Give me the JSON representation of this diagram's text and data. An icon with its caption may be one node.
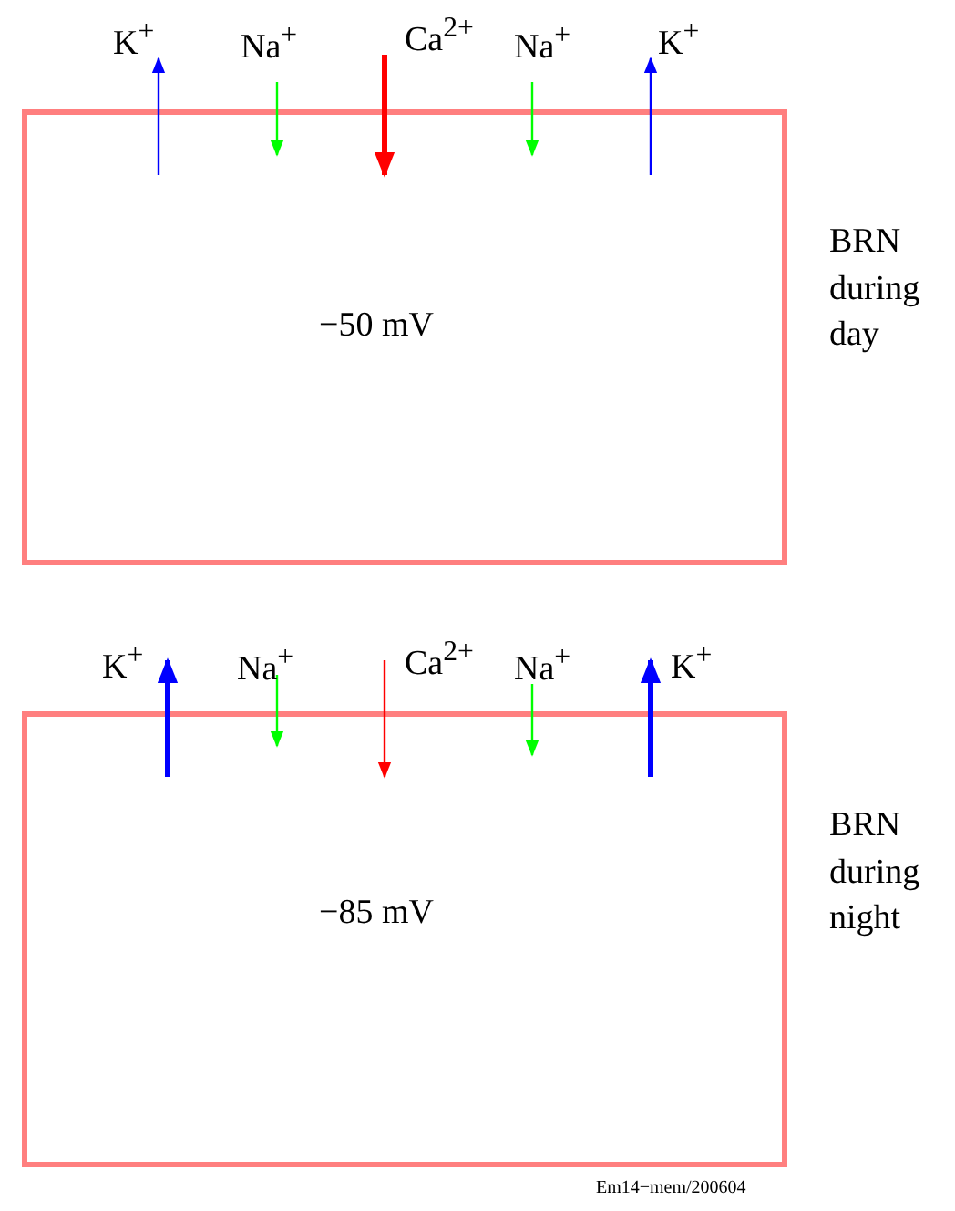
{
  "diagram": {
    "nodes": [
      {
        "text": [
          "−50 mV"
        ],
        "beside": [
          "BRN during day"
        ]
      },
      {
        "text": [
          "K$^{+}$"
        ]
      },
      {
        "text": [
          "Na$^{+}$"
        ]
      },
      {
        "text": [
          "Ca$^{2+}$"
        ]
      },
      {
        "text": [
          "Na$^{+}$"
        ]
      },
      {
        "text": [
          "K$^{+}$"
        ]
      },
      {
        "text": [
          "−85 mV"
        ],
        "beside": [
          "BRN during night"
        ]
      },
      {
        "text": [
          "K$^{+}$"
        ]
      },
      {
        "text": [
          "Na$^{+}$"
        ]
      },
      {
        "text": [
          "Ca$^{2+}$"
        ]
      },
      {
        "text": [
          "Na$^{+}$"
        ]
      },
      {
        "text": [
          "K$^{+}$"
        ]
      }
    ],
    "edges": [
      {
        "from": 0,
        "to": 1,
        "arrow": "to",
        "color": "#0000ff"
      },
      {
        "from": 2,
        "to": 0,
        "arrow": "to",
        "color": "#00ff00"
      },
      {
        "from": 3,
        "to": 0,
        "arrow": "to",
        "style": "thick",
        "color": "#ff0000"
      },
      {
        "from": 4,
        "to": 0,
        "arrow": "to",
        "color": "#00ff00"
      },
      {
        "from": 0,
        "to": 5,
        "arrow": "to",
        "color": "#0000ff"
      },
      {
        "from": 6,
        "to": 7,
        "arrow": "to",
        "style": "thick",
        "color": "#0000ff"
      },
      {
        "from": 8,
        "to": 6,
        "arrow": "to",
        "color": "#00ff00"
      },
      {
        "from": 9,
        "to": 6,
        "arrow": "to",
        "color": "#ff0000"
      },
      {
        "from": 10,
        "to": 6,
        "arrow": "to",
        "color": "#00ff00"
      },
      {
        "from": 6,
        "to": 11,
        "arrow": "to",
        "style": "thick",
        "color": "#0000ff"
      }
    ],
    "labels": [
      "Em14−mem/200604"
    ]
  }
}
